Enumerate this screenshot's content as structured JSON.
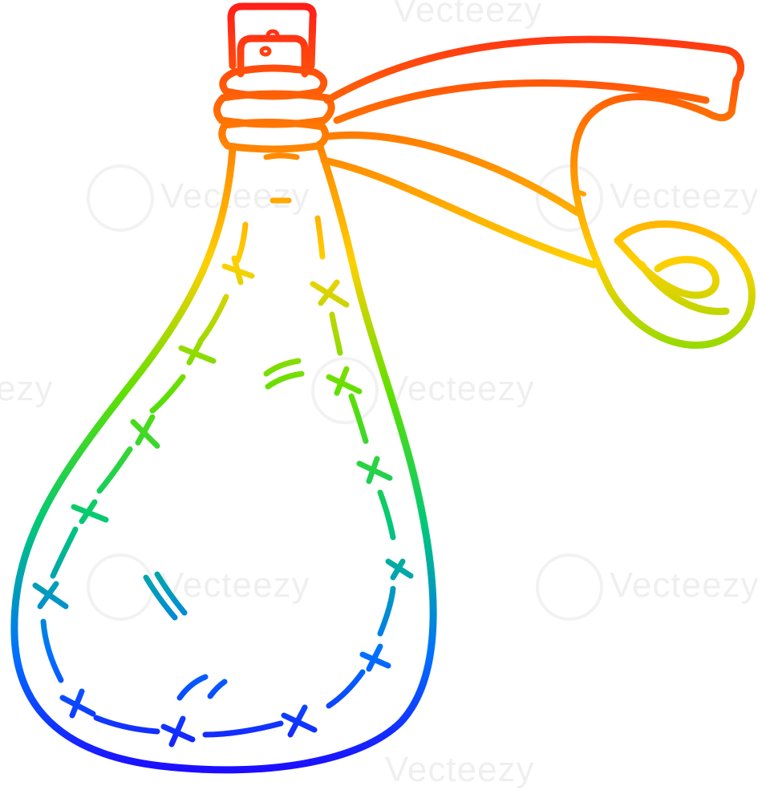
{
  "illustration": {
    "subject": "leather flask with strap",
    "icon": "flask-icon",
    "stroke_gradient": [
      "#ff1a1a",
      "#ff7a00",
      "#ffd000",
      "#5fe000",
      "#00c878",
      "#0070ff",
      "#2000ff"
    ]
  },
  "watermarks": [
    "Vecteezy",
    "Vecteezy",
    "Vecteezy",
    "Vecteezy",
    "Vecteezy",
    "Vecteezy",
    "Vecteezy",
    "Vecteezy"
  ]
}
